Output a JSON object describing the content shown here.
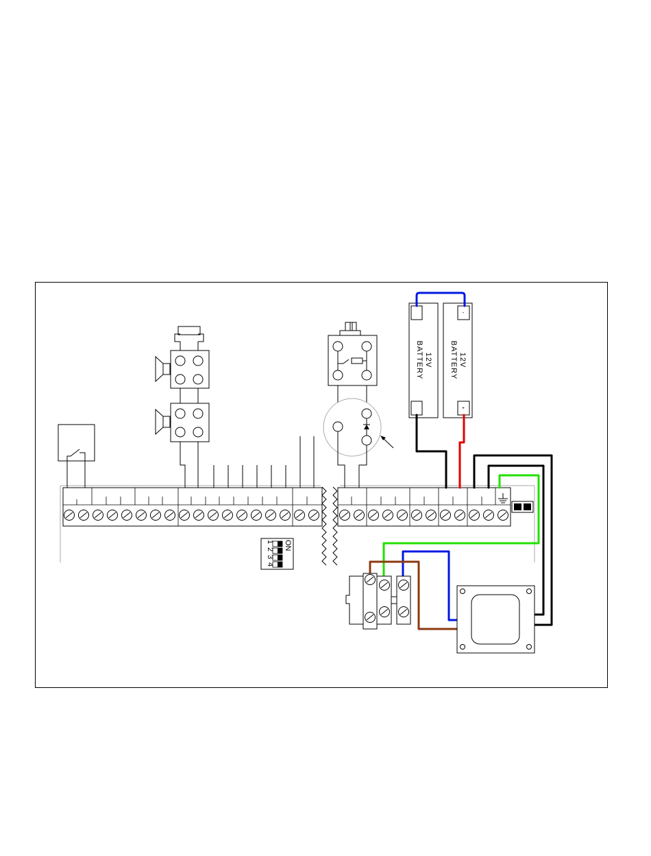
{
  "batteries": [
    {
      "name": "battery-left",
      "voltage": "12V",
      "label": "BATTERY",
      "top_terminal": "",
      "bottom_terminal": ""
    },
    {
      "name": "battery-right",
      "voltage": "12V",
      "label": "BATTERY",
      "top_terminal": "-",
      "bottom_terminal": "+"
    }
  ],
  "dip_switch": {
    "on_label": "ON",
    "numbers": [
      "1",
      "2",
      "3",
      "4"
    ]
  },
  "terminal_blocks": {
    "left_screw_count": 18,
    "right_screw_count": 12
  },
  "wire_colors": {
    "black": "#000000",
    "red": "#e00000",
    "blue": "#0018e0",
    "green": "#22e000",
    "brown": "#8b3a0f",
    "grey": "#9a9a9a"
  }
}
